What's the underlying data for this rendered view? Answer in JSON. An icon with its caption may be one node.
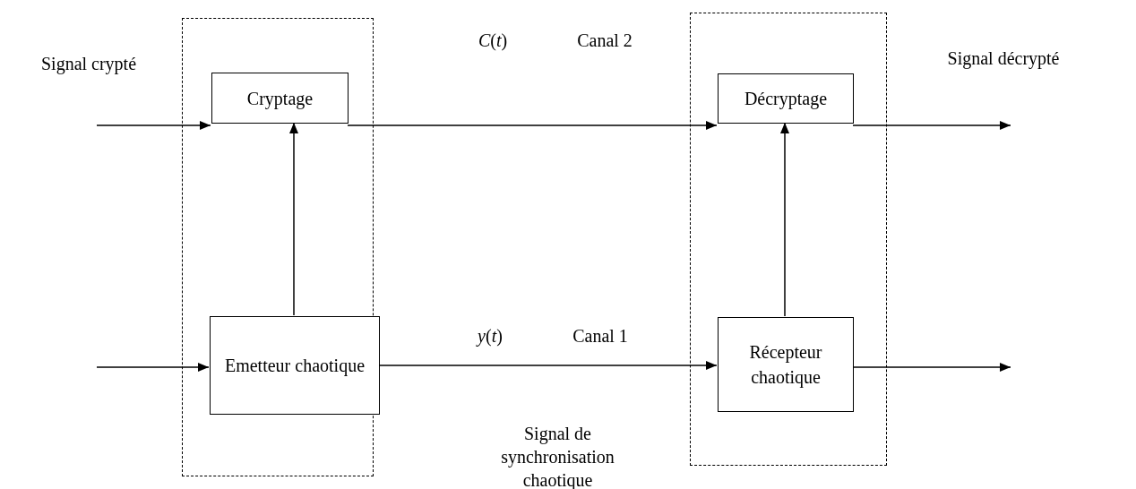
{
  "diagram": {
    "nodes": [
      {
        "text": [],
        "shape": "box"
      },
      {
        "text": [
          "Cryptage"
        ],
        "in": 0
      },
      {
        "text": [
          "Emetteur chaotique"
        ],
        "in": 0
      },
      {
        "text": [],
        "shape": "box"
      },
      {
        "text": [
          "Décryptage"
        ],
        "in": 3
      },
      {
        "text": [
          "Récepteur chaotique"
        ],
        "in": 3
      }
    ],
    "edges": [
      {
        "from": null,
        "to": 1,
        "arrow": "to"
      },
      {
        "from": 1,
        "to": 4,
        "arrow": "to"
      },
      {
        "from": 2,
        "to": 1,
        "arrow": "to"
      },
      {
        "from": 4,
        "to": null,
        "arrow": "to"
      },
      {
        "from": null,
        "to": 2,
        "arrow": "to"
      },
      {
        "from": 2,
        "to": 5,
        "arrow": "to"
      },
      {
        "from": 5,
        "to": 4,
        "arrow": "to"
      },
      {
        "from": 5,
        "to": null,
        "arrow": "to"
      }
    ],
    "labels": [
      "Signal crypté",
      "*C*(*t*)",
      "Canal 2",
      "Signal décrypté",
      "*y*(*t*)",
      "Canal 1",
      "Signal de synchronisation chaotique"
    ]
  }
}
